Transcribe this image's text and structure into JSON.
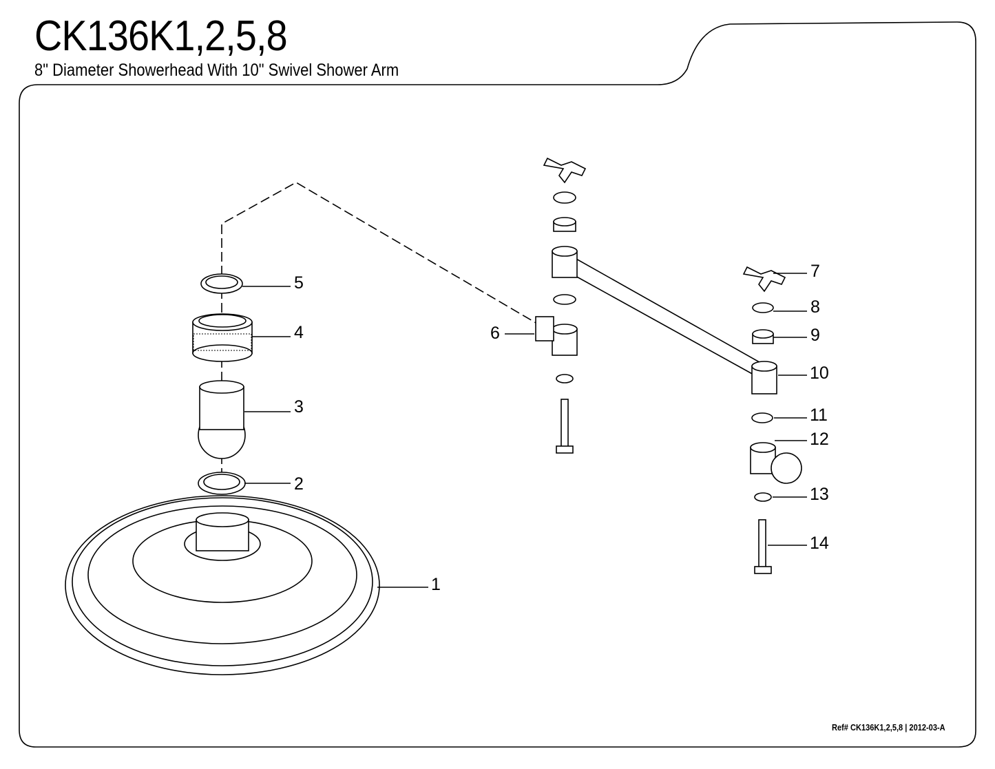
{
  "header": {
    "model": "CK136K1,2,5,8",
    "description": "8\" Diameter Showerhead With 10\" Swivel  Shower Arm"
  },
  "footer": {
    "reference": "Ref# CK136K1,2,5,8 | 2012-03-A"
  },
  "callouts": [
    "1",
    "2",
    "3",
    "4",
    "5",
    "6",
    "7",
    "8",
    "9",
    "10",
    "11",
    "12",
    "13",
    "14"
  ]
}
